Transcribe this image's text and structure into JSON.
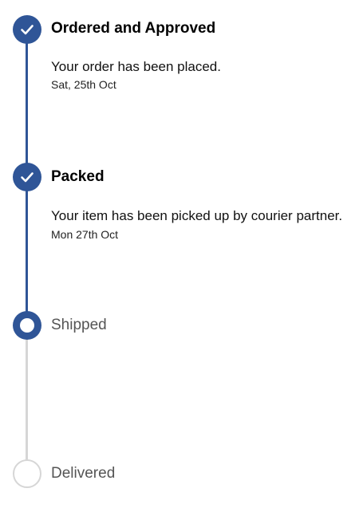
{
  "colors": {
    "accent": "#2f5597",
    "pending": "#d6d6d6"
  },
  "steps": [
    {
      "title": "Ordered and Approved",
      "description": "Your order has been placed.",
      "date": "Sat, 25th Oct",
      "status": "completed",
      "icon": "check-icon"
    },
    {
      "title": "Packed",
      "description": "Your item has been picked up by courier partner.",
      "date": "Mon 27th Oct",
      "status": "completed",
      "icon": "check-icon"
    },
    {
      "title": "Shipped",
      "status": "current",
      "icon": "current-step-dot-icon"
    },
    {
      "title": "Delivered",
      "status": "pending",
      "icon": "pending-step-circle-icon"
    }
  ]
}
